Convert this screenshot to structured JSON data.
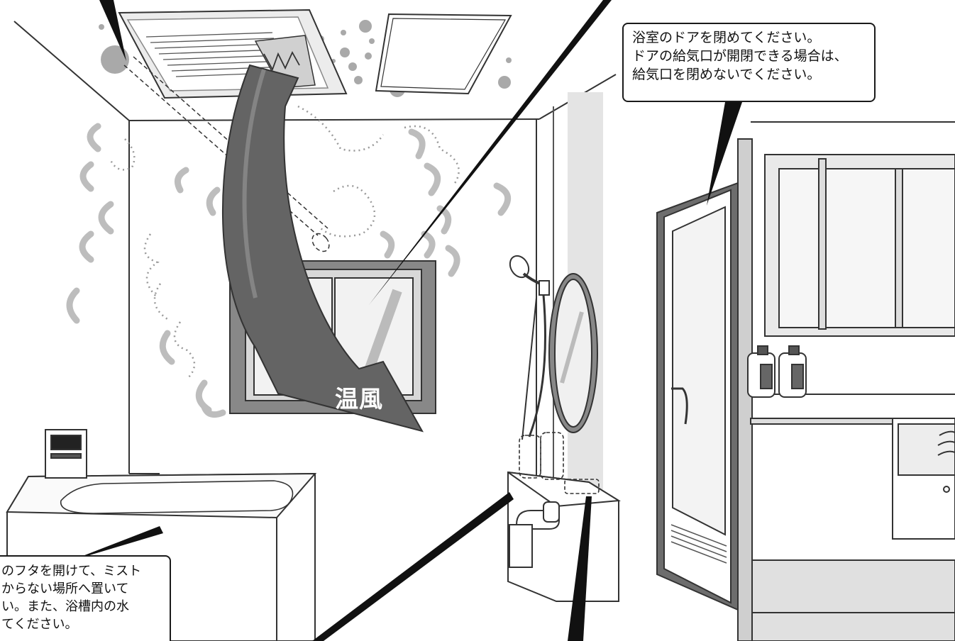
{
  "callouts": {
    "door": "浴室のドアを閉めてください。\nドアの給気口が開閉できる場合は、\n給気口を閉めないでください。",
    "tub": "のフタを開けて、ミスト\nからない場所へ置いて\nい。また、浴槽内の水\nてください。"
  },
  "arrow_label": "温風",
  "colors": {
    "line": "#2a2a2a",
    "arrow_fill": "#646464",
    "steam": "#bdbdbd",
    "door_frame": "#6d6d6d",
    "dot_gray": "#a9a9a9"
  }
}
